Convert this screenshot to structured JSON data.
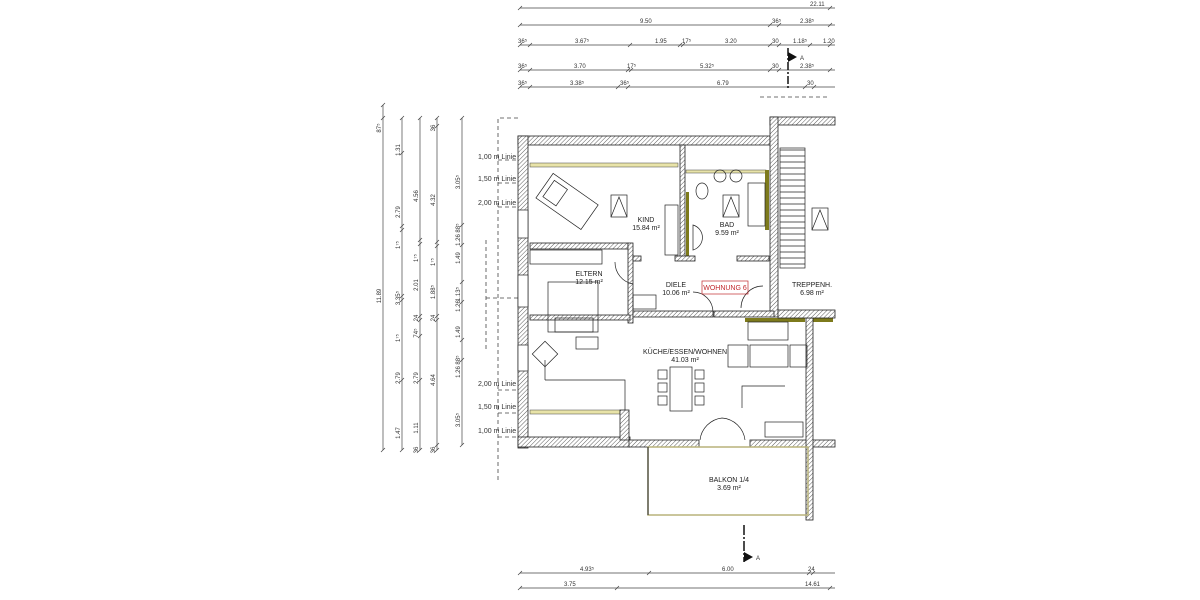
{
  "rooms": {
    "kind": {
      "name": "KIND",
      "area": "15.84 m²"
    },
    "bad": {
      "name": "BAD",
      "area": "9.59 m²"
    },
    "eltern": {
      "name": "ELTERN",
      "area": "12.15 m²"
    },
    "diele": {
      "name": "DIELE",
      "area": "10.06 m²"
    },
    "treppenhaus": {
      "name": "TREPPENH.",
      "area": "6.98 m²"
    },
    "kueche": {
      "name": "KÜCHE/ESSEN/WOHNEN",
      "area": "41.03 m²"
    },
    "balkon": {
      "name": "BALKON 1/4",
      "area": "3.69 m²"
    }
  },
  "unit_label": "WOHNUNG 6",
  "section_marker": "A",
  "height_lines": [
    "1,00 m Linie",
    "1,50 m Linie",
    "2,00 m Linie",
    "2,00 m Linie",
    "1,50 m Linie",
    "1,00 m Linie"
  ],
  "dimensions": {
    "top": [
      [
        "22.11"
      ],
      [
        "9.50",
        "36⁵",
        "2.38⁵"
      ],
      [
        "36⁵",
        "3.67⁵",
        "1.95",
        "17⁵",
        "3.20",
        "30",
        "1.18⁵",
        "1.20"
      ],
      [
        "36⁵",
        "3.70",
        "17⁵",
        "5.32⁵",
        "30",
        "2.38⁵"
      ],
      [
        "36⁵",
        "3.38⁵",
        "36⁵",
        "6.79",
        "30"
      ]
    ],
    "bottom": [
      [
        "4.93⁵",
        "6.00",
        "24"
      ],
      [
        "3.75",
        "14.61"
      ]
    ],
    "left": [
      [
        "87⁵",
        "11.89"
      ],
      [
        "1.31",
        "2.79",
        "1⁷⁵",
        "3.35⁵",
        "1⁷⁵",
        "2.79",
        "1.47"
      ],
      [
        "4.56",
        "1⁷⁵",
        "2.01",
        "24",
        "74⁵",
        "2.79",
        "1.11",
        "36"
      ],
      [
        "36",
        "4.32",
        "1⁷⁵",
        "1.88⁵",
        "24",
        "4.64",
        "36"
      ],
      [
        "3.05⁵",
        "88⁵",
        "1.26",
        "1.49",
        "1.13⁵",
        "1.26",
        "1.49",
        "88⁵",
        "1.26",
        "3.05⁵"
      ]
    ]
  },
  "colors": {
    "unit_label": "#c0282d",
    "insulation": "#e8e3a8",
    "wall_accent": "#7d7a1c"
  }
}
